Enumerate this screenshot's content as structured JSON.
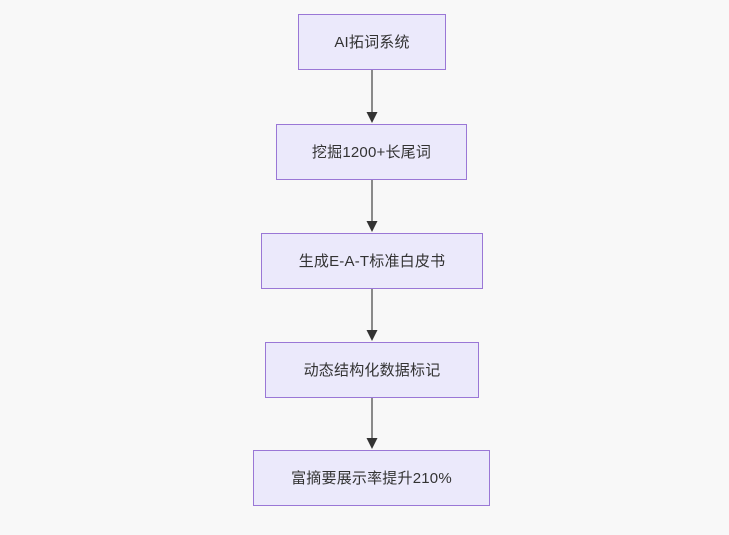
{
  "diagram": {
    "type": "flowchart",
    "direction": "top-to-bottom",
    "background_color": "#f8f8f8",
    "node_fill_color": "#ebe9fb",
    "node_border_color": "#9a77d6",
    "node_text_color": "#333333",
    "edge_line_color": "#8a8a8a",
    "edge_arrow_color": "#333333",
    "nodes": [
      {
        "id": "n1",
        "label": "AI拓词系统"
      },
      {
        "id": "n2",
        "label": "挖掘1200+长尾词"
      },
      {
        "id": "n3",
        "label": "生成E-A-T标准白皮书"
      },
      {
        "id": "n4",
        "label": "动态结构化数据标记"
      },
      {
        "id": "n5",
        "label": "富摘要展示率提升210%"
      }
    ],
    "edges": [
      {
        "from": "n1",
        "to": "n2",
        "label": ""
      },
      {
        "from": "n2",
        "to": "n3",
        "label": ""
      },
      {
        "from": "n3",
        "to": "n4",
        "label": ""
      },
      {
        "from": "n4",
        "to": "n5",
        "label": ""
      }
    ]
  }
}
